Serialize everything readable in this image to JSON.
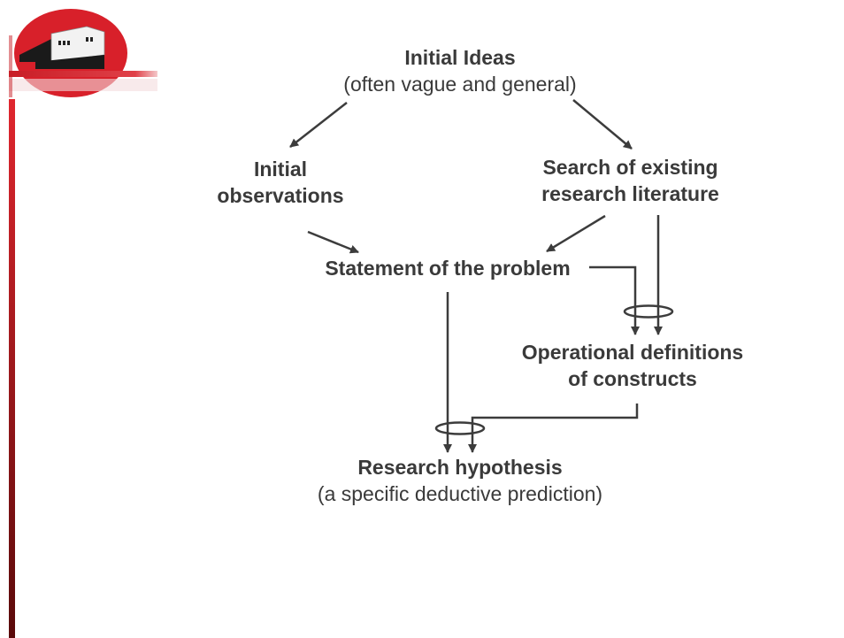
{
  "diagram": {
    "initial_ideas": {
      "title": "Initial Ideas",
      "subtitle": "(often vague and general)"
    },
    "initial_observations": {
      "line1": "Initial",
      "line2": "observations"
    },
    "search_literature": {
      "line1": "Search of existing",
      "line2": "research literature"
    },
    "statement_problem": {
      "label": "Statement of the problem"
    },
    "operational_definitions": {
      "line1": "Operational definitions",
      "line2": "of constructs"
    },
    "research_hypothesis": {
      "title": "Research hypothesis",
      "subtitle": "(a specific deductive prediction)"
    }
  },
  "colors": {
    "accent": "#d8202a",
    "dark_red": "#6a0c0c",
    "text": "#3a3a3a",
    "arrow": "#3c3c3c"
  }
}
